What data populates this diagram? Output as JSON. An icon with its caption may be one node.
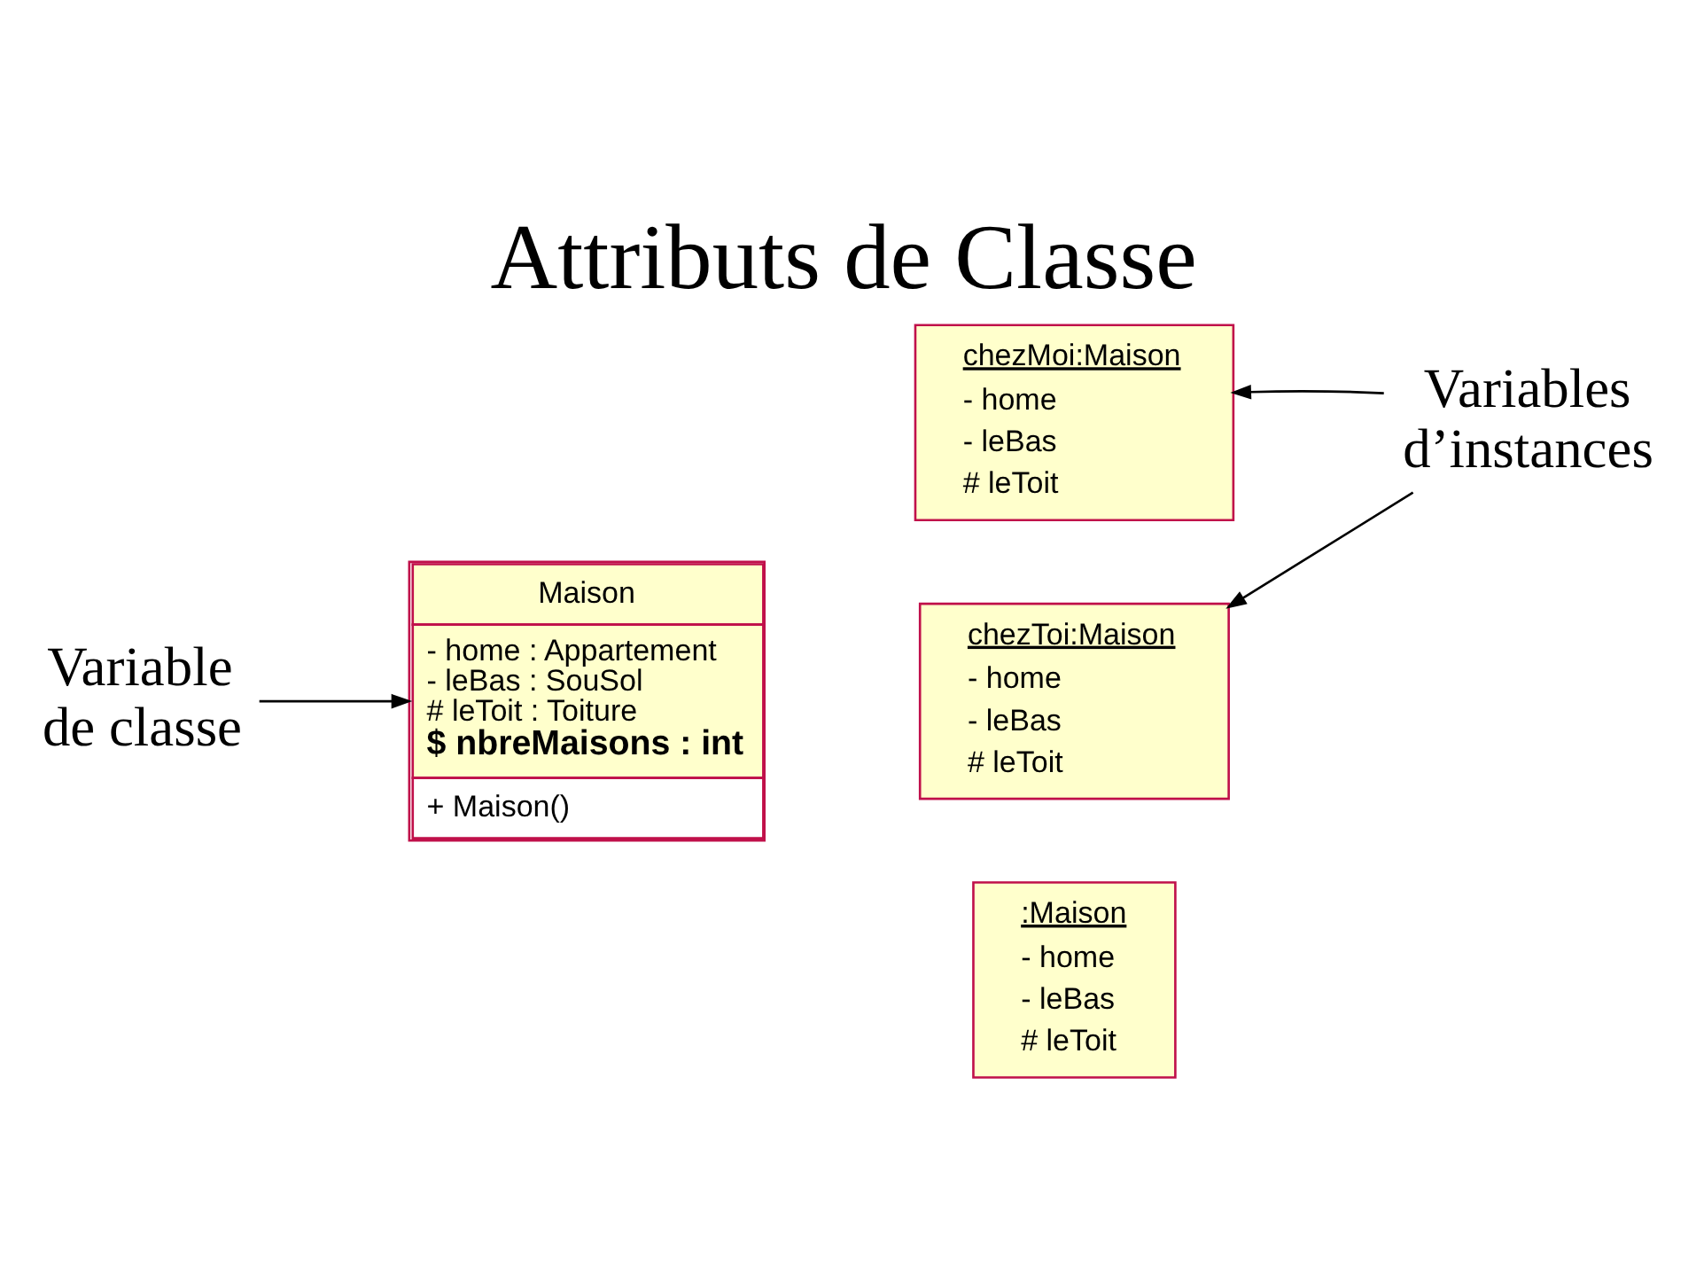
{
  "diagram": {
    "title": "Attributs de Classe",
    "nodes": [
      {
        "text": [
          "Maison",
          "- home : Appartement",
          "- leBas : SouSol",
          "# leToit : Toiture",
          "$ nbreMaisons : int",
          "+ Maison()"
        ]
      },
      {
        "text": [
          "chezMoi:Maison",
          "- home",
          "- leBas",
          "# leToit"
        ]
      },
      {
        "text": [
          "chezToi:Maison",
          "- home",
          "- leBas",
          "# leToit"
        ]
      },
      {
        "text": [
          ":Maison",
          "- home",
          "- leBas",
          "# leToit"
        ]
      },
      {
        "text": [
          "Variable de classe"
        ]
      },
      {
        "text": [
          "Variables d’instances"
        ]
      }
    ],
    "edges": [
      {
        "from": 4,
        "to": 0,
        "arrow": "to"
      },
      {
        "from": 5,
        "to": 1,
        "arrow": "to"
      },
      {
        "from": 5,
        "to": 2,
        "arrow": "to"
      }
    ]
  }
}
